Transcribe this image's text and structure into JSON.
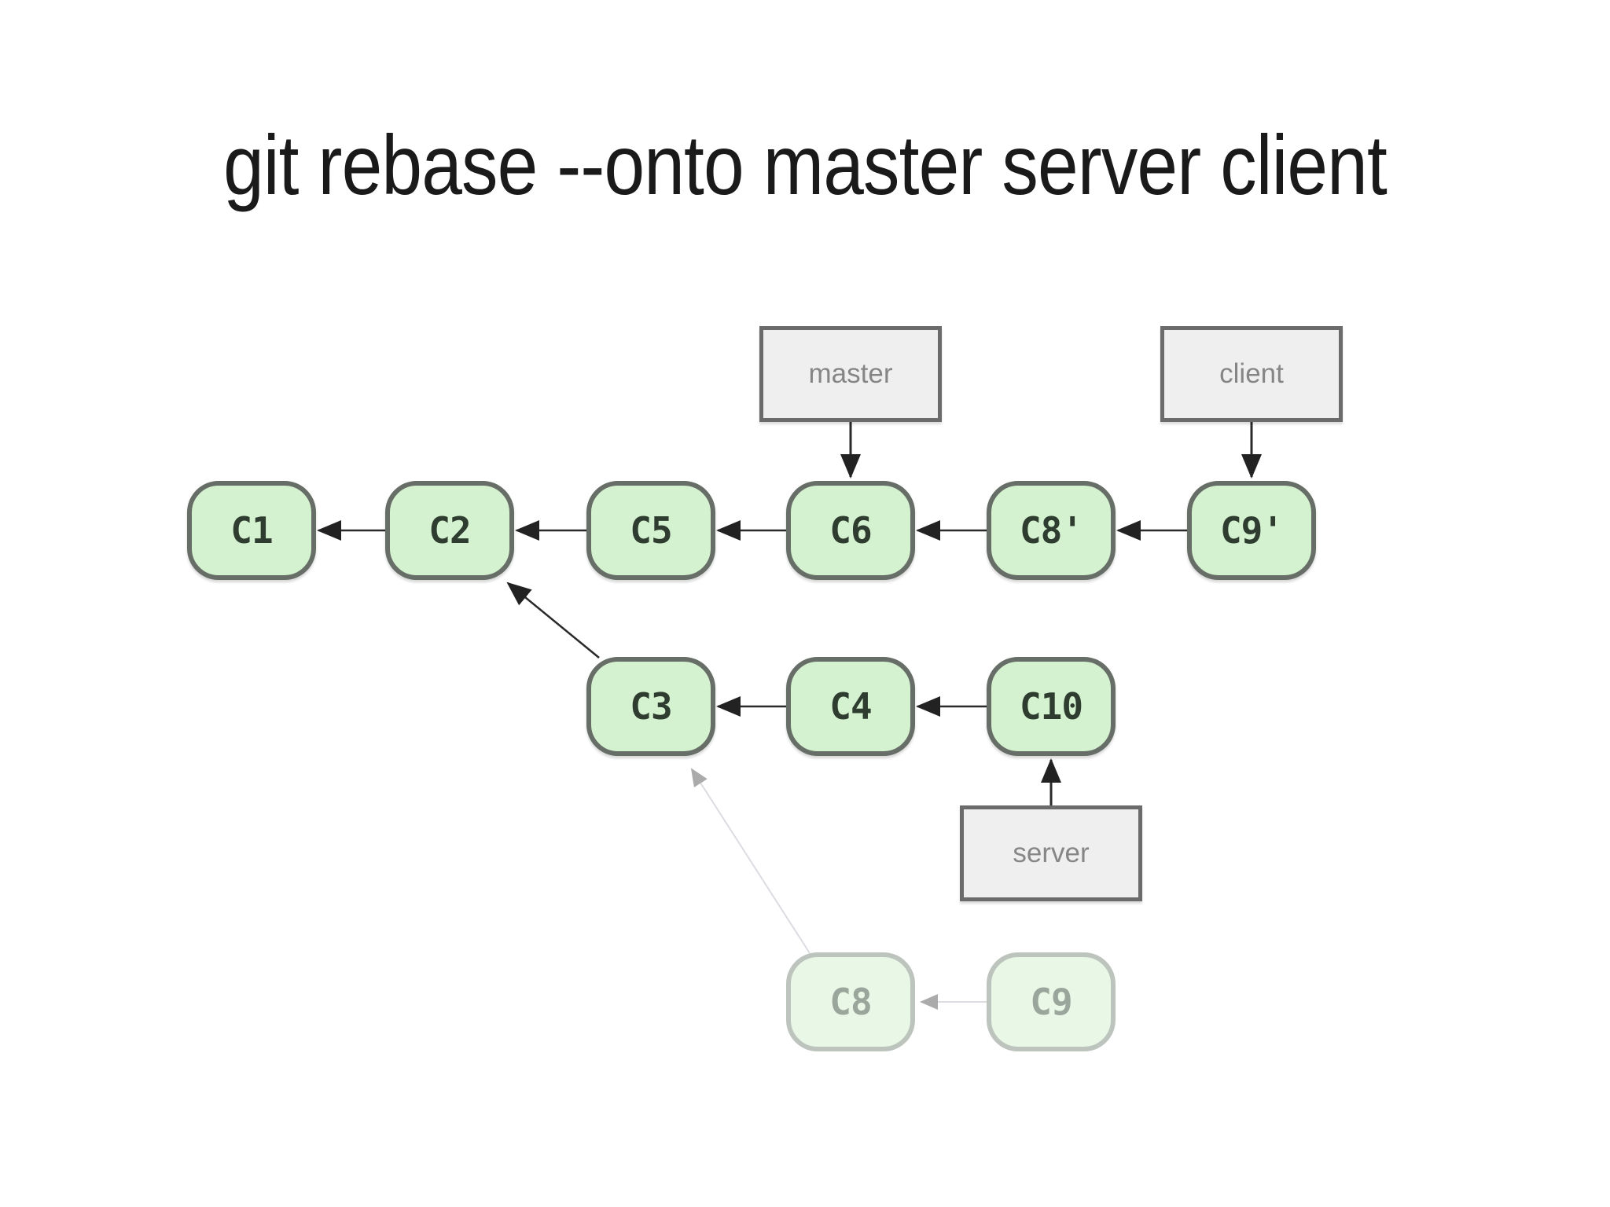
{
  "title": "git rebase --onto master server client",
  "diagram": {
    "commits": [
      {
        "id": "c1",
        "label": "C1",
        "row": 0,
        "col": 0,
        "faded": false
      },
      {
        "id": "c2",
        "label": "C2",
        "row": 0,
        "col": 1,
        "faded": false
      },
      {
        "id": "c5",
        "label": "C5",
        "row": 0,
        "col": 2,
        "faded": false
      },
      {
        "id": "c6",
        "label": "C6",
        "row": 0,
        "col": 3,
        "faded": false
      },
      {
        "id": "c8p",
        "label": "C8'",
        "row": 0,
        "col": 4,
        "faded": false
      },
      {
        "id": "c9p",
        "label": "C9'",
        "row": 0,
        "col": 5,
        "faded": false
      },
      {
        "id": "c3",
        "label": "C3",
        "row": 1,
        "col": 2,
        "faded": false
      },
      {
        "id": "c4",
        "label": "C4",
        "row": 1,
        "col": 3,
        "faded": false
      },
      {
        "id": "c10",
        "label": "C10",
        "row": 1,
        "col": 4,
        "faded": false
      },
      {
        "id": "c8",
        "label": "C8",
        "row": 2,
        "col": 3,
        "faded": true
      },
      {
        "id": "c9",
        "label": "C9",
        "row": 2,
        "col": 4,
        "faded": true
      }
    ],
    "branches": [
      {
        "id": "master",
        "label": "master",
        "attach": "c6",
        "position": "above"
      },
      {
        "id": "client",
        "label": "client",
        "attach": "c9p",
        "position": "above"
      },
      {
        "id": "server",
        "label": "server",
        "attach": "c10",
        "position": "below"
      }
    ],
    "edges": [
      {
        "from": "c2",
        "to": "c1",
        "type": "solid"
      },
      {
        "from": "c5",
        "to": "c2",
        "type": "solid"
      },
      {
        "from": "c6",
        "to": "c5",
        "type": "solid"
      },
      {
        "from": "c8p",
        "to": "c6",
        "type": "solid"
      },
      {
        "from": "c9p",
        "to": "c8p",
        "type": "solid"
      },
      {
        "from": "c4",
        "to": "c3",
        "type": "solid"
      },
      {
        "from": "c10",
        "to": "c4",
        "type": "solid"
      },
      {
        "from": "c3",
        "to": "c2",
        "type": "solid-diagonal"
      },
      {
        "from": "c9",
        "to": "c8",
        "type": "faded"
      },
      {
        "from": "c8",
        "to": "c3",
        "type": "faded-diagonal"
      }
    ],
    "colors": {
      "commit_fill": "#d5f2d0",
      "commit_border": "#676d67",
      "commit_text": "#2e3d30",
      "faded_fill": "#e9f7e6",
      "faded_border": "#bdc4bd",
      "faded_text": "#9aa69b",
      "branch_fill": "#efefef",
      "branch_border": "#6b6b6b",
      "branch_text": "#868686",
      "arrow": "#2a2a2a",
      "faded_arrow": "#ababab",
      "background": "#ffffff"
    }
  }
}
